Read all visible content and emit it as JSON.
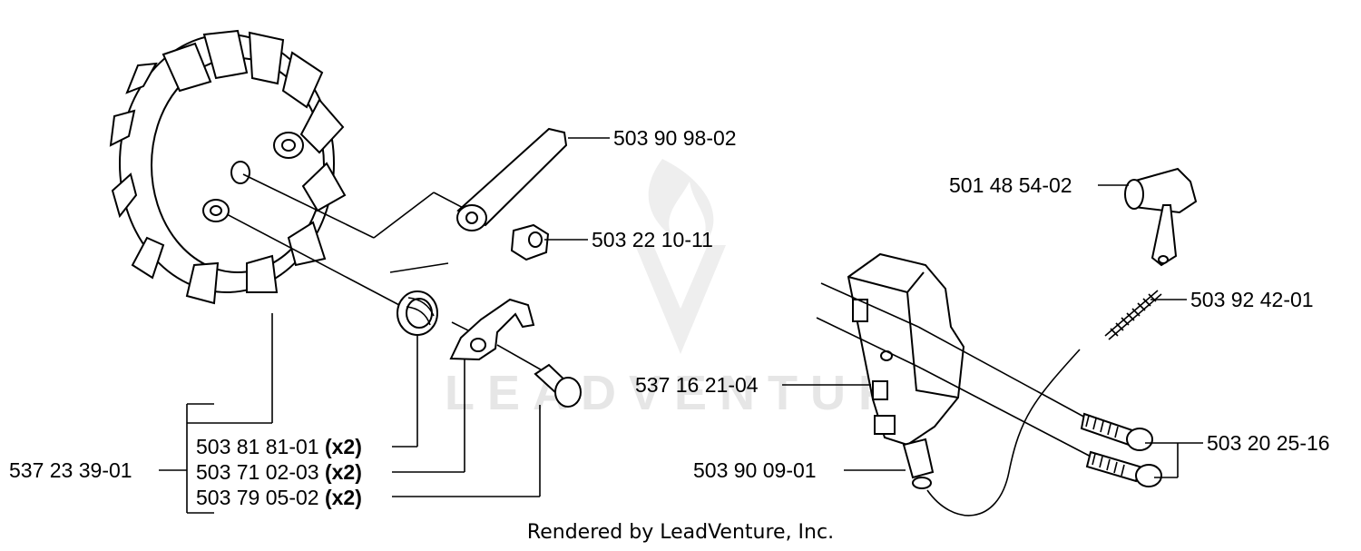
{
  "parts": [
    {
      "id": "p1",
      "number": "503 90 98-02",
      "qty": ""
    },
    {
      "id": "p2",
      "number": "503 22 10-11",
      "qty": ""
    },
    {
      "id": "p3",
      "number": "501 48 54-02",
      "qty": ""
    },
    {
      "id": "p4",
      "number": "503 92 42-01",
      "qty": ""
    },
    {
      "id": "p5",
      "number": "537 16 21-04",
      "qty": ""
    },
    {
      "id": "p6",
      "number": "503 20 25-16",
      "qty": ""
    },
    {
      "id": "p7",
      "number": "503 90 09-01",
      "qty": ""
    },
    {
      "id": "p8",
      "number": "537 23 39-01",
      "qty": ""
    },
    {
      "id": "p9",
      "number": "503 81 81-01",
      "qty": "(x2)"
    },
    {
      "id": "p10",
      "number": "503 71 02-03",
      "qty": "(x2)"
    },
    {
      "id": "p11",
      "number": "503 79 05-02",
      "qty": "(x2)"
    }
  ],
  "footer": "Rendered by LeadVenture, Inc.",
  "watermark": "LEADVENTURE",
  "colors": {
    "line": "#000000",
    "watermark": "#e6e6e6"
  }
}
